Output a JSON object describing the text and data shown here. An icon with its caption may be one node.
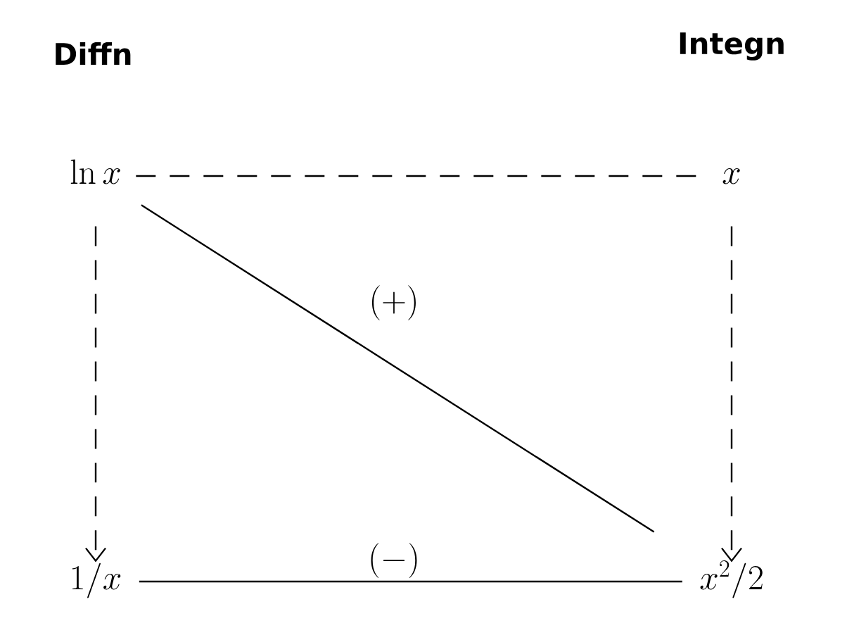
{
  "diagram": {
    "nodes": [
      {
        "text": [
          "\\ln x"
        ]
      },
      {
        "text": [
          "x"
        ]
      },
      {
        "text": [
          "1/x"
        ]
      },
      {
        "text": [
          "x^2/2"
        ]
      }
    ],
    "edges": [
      {
        "from": 0,
        "to": 1,
        "arrow": "none",
        "style": "dashed"
      },
      {
        "from": 0,
        "to": 2,
        "arrow": "to",
        "style": "dashed"
      },
      {
        "from": 1,
        "to": 3,
        "arrow": "to",
        "style": "dashed"
      },
      {
        "from": 0,
        "to": 3,
        "arrow": "none",
        "label": "(+)"
      },
      {
        "from": 2,
        "to": 3,
        "arrow": "none",
        "label": "(-)"
      }
    ],
    "labels": [
      "Diffn",
      "Integn"
    ]
  }
}
